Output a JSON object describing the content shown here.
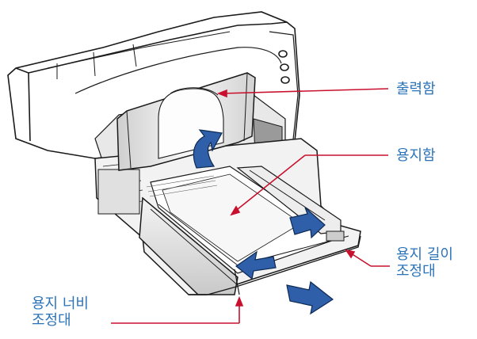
{
  "callouts": {
    "output_tray": "출력함",
    "paper_tray": "용지함",
    "length_guide": [
      "용지 길이",
      "조정대"
    ],
    "width_guide": [
      "용지 너비",
      "조정대"
    ]
  },
  "colors": {
    "callout_text": "#2a73b9",
    "leader_line": "#c8102e",
    "arrow_blue": "#2f5fa8",
    "outline": "#1a1a1a",
    "body_fill": "#ffffff",
    "shade_fill": "#d8d8d8"
  },
  "icons": [
    "paper-load-arrow",
    "length-guide-arrow",
    "width-guide-arrow",
    "tray-pull-arrow"
  ]
}
